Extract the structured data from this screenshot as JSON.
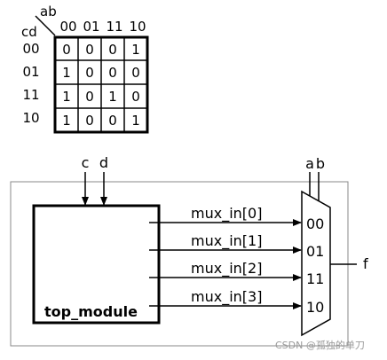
{
  "kmap": {
    "col_var": "ab",
    "row_var": "cd",
    "col_labels": [
      "00",
      "01",
      "11",
      "10"
    ],
    "row_labels": [
      "00",
      "01",
      "11",
      "10"
    ],
    "cells": [
      [
        "0",
        "0",
        "0",
        "1"
      ],
      [
        "1",
        "0",
        "0",
        "0"
      ],
      [
        "1",
        "0",
        "1",
        "0"
      ],
      [
        "1",
        "0",
        "0",
        "1"
      ]
    ]
  },
  "circuit": {
    "module_name": "top_module",
    "module_inputs": [
      "c",
      "d"
    ],
    "mux_select": [
      "a",
      "b"
    ],
    "mux_output": "f",
    "wires": [
      "mux_in[0]",
      "mux_in[1]",
      "mux_in[2]",
      "mux_in[3]"
    ],
    "mux_ports": [
      "00",
      "01",
      "11",
      "10"
    ]
  },
  "watermark": "CSDN @孤独的单刀"
}
